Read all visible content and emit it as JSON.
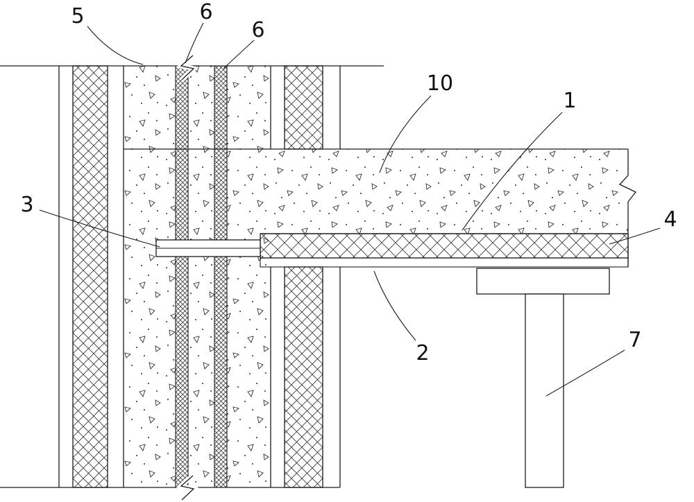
{
  "figure": {
    "type": "patent-style construction detail drawing (wall / slab junction)",
    "callouts": [
      {
        "id": "5",
        "text": "5"
      },
      {
        "id": "6a",
        "text": "6"
      },
      {
        "id": "6b",
        "text": "6"
      },
      {
        "id": "10",
        "text": "10"
      },
      {
        "id": "1",
        "text": "1"
      },
      {
        "id": "3",
        "text": "3"
      },
      {
        "id": "4",
        "text": "4"
      },
      {
        "id": "2",
        "text": "2"
      },
      {
        "id": "7",
        "text": "7"
      }
    ],
    "colors": {
      "ink": "#1a1a1a",
      "background": "#ffffff"
    }
  }
}
